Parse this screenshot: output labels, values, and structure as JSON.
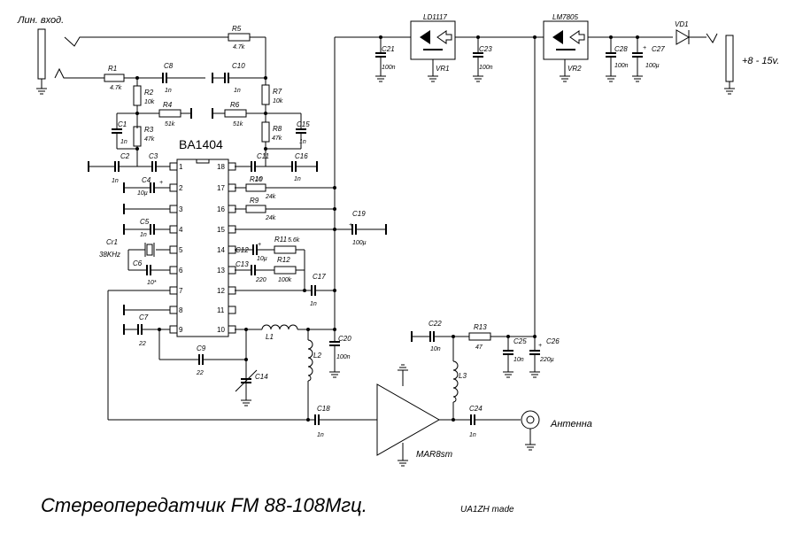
{
  "title": "Стереопередатчик FM 88-108Мгц.",
  "author": "UA1ZH made",
  "input_label": "Лин. вход.",
  "power_label": "+8 - 15v.",
  "antenna_label": "Антенна",
  "chip": {
    "name": "BA1404",
    "pins_left": [
      "1",
      "2",
      "3",
      "4",
      "5",
      "6",
      "7",
      "8",
      "9"
    ],
    "pins_right": [
      "18",
      "17",
      "16",
      "15",
      "14",
      "13",
      "12",
      "11",
      "10"
    ]
  },
  "regulators": {
    "vr1_type": "LD1117",
    "vr1_ref": "VR1",
    "vr2_type": "LM7805",
    "vr2_ref": "VR2"
  },
  "diode": "VD1",
  "amplifier": "MAR8sm",
  "crystal": {
    "ref": "Cr1",
    "freq": "38KHz"
  },
  "components": [
    {
      "ref": "R5",
      "value": "4.7k"
    },
    {
      "ref": "R1",
      "value": "4.7k"
    },
    {
      "ref": "R2",
      "value": "10k"
    },
    {
      "ref": "R4",
      "value": "51k"
    },
    {
      "ref": "R3",
      "value": "47k"
    },
    {
      "ref": "R7",
      "value": "10k"
    },
    {
      "ref": "R6",
      "value": "51k"
    },
    {
      "ref": "R8",
      "value": "47k"
    },
    {
      "ref": "R10",
      "value": "24k"
    },
    {
      "ref": "R9",
      "value": "24k"
    },
    {
      "ref": "R11",
      "value": "5.6k"
    },
    {
      "ref": "R12",
      "value": "100k"
    },
    {
      "ref": "R13",
      "value": "47"
    },
    {
      "ref": "C8",
      "value": "1n"
    },
    {
      "ref": "C10",
      "value": "1n"
    },
    {
      "ref": "C1",
      "value": "1n"
    },
    {
      "ref": "C15",
      "value": "1n"
    },
    {
      "ref": "C2",
      "value": "1n"
    },
    {
      "ref": "C3",
      "value": ""
    },
    {
      "ref": "C11",
      "value": "1n"
    },
    {
      "ref": "C16",
      "value": "1n"
    },
    {
      "ref": "C4",
      "value": "10µ"
    },
    {
      "ref": "C5",
      "value": "1n"
    },
    {
      "ref": "C6",
      "value": "10*"
    },
    {
      "ref": "C7",
      "value": "22"
    },
    {
      "ref": "C9",
      "value": "22"
    },
    {
      "ref": "C12",
      "value": "10µ"
    },
    {
      "ref": "C13",
      "value": "220"
    },
    {
      "ref": "C17",
      "value": "1n"
    },
    {
      "ref": "C19",
      "value": "100µ"
    },
    {
      "ref": "C20",
      "value": "100n"
    },
    {
      "ref": "C21",
      "value": "100n"
    },
    {
      "ref": "C23",
      "value": "100n"
    },
    {
      "ref": "C28",
      "value": "100n"
    },
    {
      "ref": "C27",
      "value": "100µ"
    },
    {
      "ref": "C22",
      "value": "10n"
    },
    {
      "ref": "C25",
      "value": "10n"
    },
    {
      "ref": "C26",
      "value": "220µ"
    },
    {
      "ref": "C14",
      "value": ""
    },
    {
      "ref": "C18",
      "value": "1n"
    },
    {
      "ref": "C24",
      "value": "1n"
    },
    {
      "ref": "L1",
      "value": ""
    },
    {
      "ref": "L2",
      "value": ""
    },
    {
      "ref": "L3",
      "value": ""
    }
  ]
}
